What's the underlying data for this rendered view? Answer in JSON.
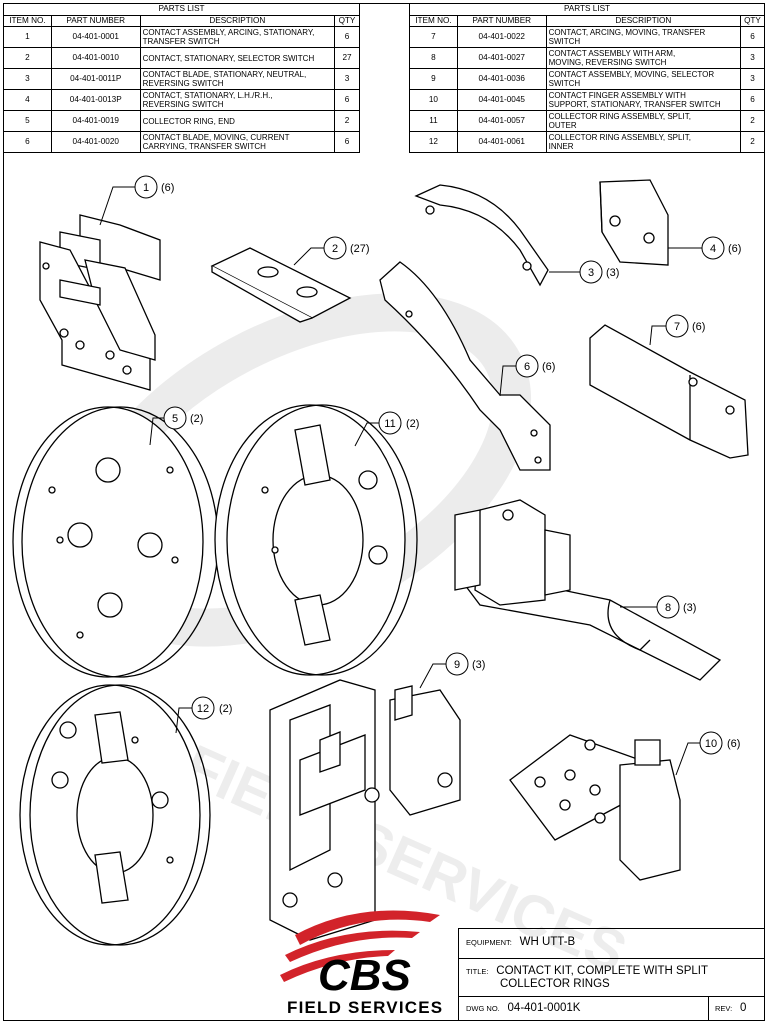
{
  "parts_list": {
    "title": "PARTS LIST",
    "headers": {
      "item": "ITEM NO.",
      "part": "PART NUMBER",
      "desc": "DESCRIPTION",
      "qty": "QTY"
    },
    "left": [
      {
        "item": "1",
        "part": "04-401-0001",
        "desc": "CONTACT ASSEMBLY, ARCING, STATIONARY,\nTRANSFER SWITCH",
        "qty": "6"
      },
      {
        "item": "2",
        "part": "04-401-0010",
        "desc": "CONTACT, STATIONARY, SELECTOR SWITCH",
        "qty": "27"
      },
      {
        "item": "3",
        "part": "04-401-0011P",
        "desc": "CONTACT BLADE, STATIONARY, NEUTRAL,\nREVERSING SWITCH",
        "qty": "3"
      },
      {
        "item": "4",
        "part": "04-401-0013P",
        "desc": "CONTACT, STATIONARY, L.H./R.H.,\nREVERSING SWITCH",
        "qty": "6"
      },
      {
        "item": "5",
        "part": "04-401-0019",
        "desc": "COLLECTOR RING, END",
        "qty": "2"
      },
      {
        "item": "6",
        "part": "04-401-0020",
        "desc": "CONTACT BLADE, MOVING, CURRENT\nCARRYING, TRANSFER SWITCH",
        "qty": "6"
      }
    ],
    "right": [
      {
        "item": "7",
        "part": "04-401-0022",
        "desc": "CONTACT, ARCING, MOVING, TRANSFER\nSWITCH",
        "qty": "6"
      },
      {
        "item": "8",
        "part": "04-401-0027",
        "desc": "CONTACT ASSEMBLY WITH ARM,\nMOVING, REVERSING SWITCH",
        "qty": "3"
      },
      {
        "item": "9",
        "part": "04-401-0036",
        "desc": "CONTACT ASSEMBLY, MOVING, SELECTOR\nSWITCH",
        "qty": "3"
      },
      {
        "item": "10",
        "part": "04-401-0045",
        "desc": "CONTACT FINGER ASSEMBLY WITH\nSUPPORT, STATIONARY, TRANSFER SWITCH",
        "qty": "6"
      },
      {
        "item": "11",
        "part": "04-401-0057",
        "desc": "COLLECTOR RING ASSEMBLY, SPLIT,\nOUTER",
        "qty": "2"
      },
      {
        "item": "12",
        "part": "04-401-0061",
        "desc": "COLLECTOR RING ASSEMBLY, SPLIT,\nINNER",
        "qty": "2"
      }
    ]
  },
  "callouts": {
    "c1": {
      "num": "1",
      "qty": "(6)"
    },
    "c2": {
      "num": "2",
      "qty": "(27)"
    },
    "c3": {
      "num": "3",
      "qty": "(3)"
    },
    "c4": {
      "num": "4",
      "qty": "(6)"
    },
    "c5": {
      "num": "5",
      "qty": "(2)"
    },
    "c6": {
      "num": "6",
      "qty": "(6)"
    },
    "c7": {
      "num": "7",
      "qty": "(6)"
    },
    "c8": {
      "num": "8",
      "qty": "(3)"
    },
    "c9": {
      "num": "9",
      "qty": "(3)"
    },
    "c10": {
      "num": "10",
      "qty": "(6)"
    },
    "c11": {
      "num": "11",
      "qty": "(2)"
    },
    "c12": {
      "num": "12",
      "qty": "(2)"
    }
  },
  "title_block": {
    "equipment_label": "EQUIPMENT:",
    "equipment_value": "WH UTT-B",
    "title_label": "TITLE:",
    "title_line1": "CONTACT KIT, COMPLETE WITH SPLIT",
    "title_line2": "COLLECTOR RINGS",
    "dwg_label": "DWG NO.",
    "dwg_value": "04-401-0001K",
    "rev_label": "REV:",
    "rev_value": "0"
  },
  "logo": {
    "brand": "CBS",
    "subtitle": "FIELD SERVICES"
  },
  "watermark": {
    "text": "FIELD SERVICES"
  },
  "colors": {
    "logo_red": "#d2232a",
    "line": "#000000",
    "watermark": "#e9e9e9"
  }
}
